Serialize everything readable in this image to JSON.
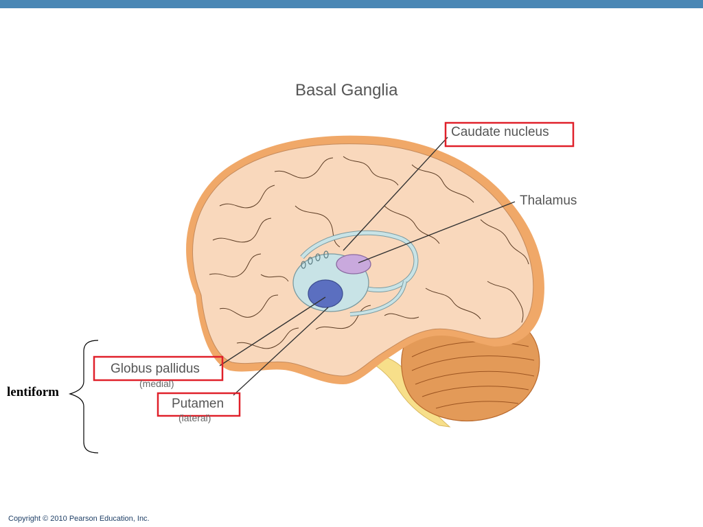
{
  "title": "Basal Ganglia",
  "labels": {
    "caudate": "Caudate nucleus",
    "thalamus": "Thalamus",
    "globus": "Globus pallidus",
    "globus_sub": "(medial)",
    "putamen": "Putamen",
    "putamen_sub": "(lateral)"
  },
  "annotation": {
    "lentiform": "lentiform"
  },
  "footer": {
    "copyright": "Copyright © 2010 Pearson Education, Inc."
  },
  "colors": {
    "top_bar": "#4a87b5",
    "highlight_box": "#e0202a",
    "brain_fill": "#f9d2b0",
    "brain_edge": "#f0a868",
    "basal_ganglia": "#c8e3e6",
    "globus_pallidus": "#5b6fc0",
    "thalamus": "#c9a9dd",
    "cerebellum": "#e39a58",
    "brainstem": "#f7df8a"
  }
}
